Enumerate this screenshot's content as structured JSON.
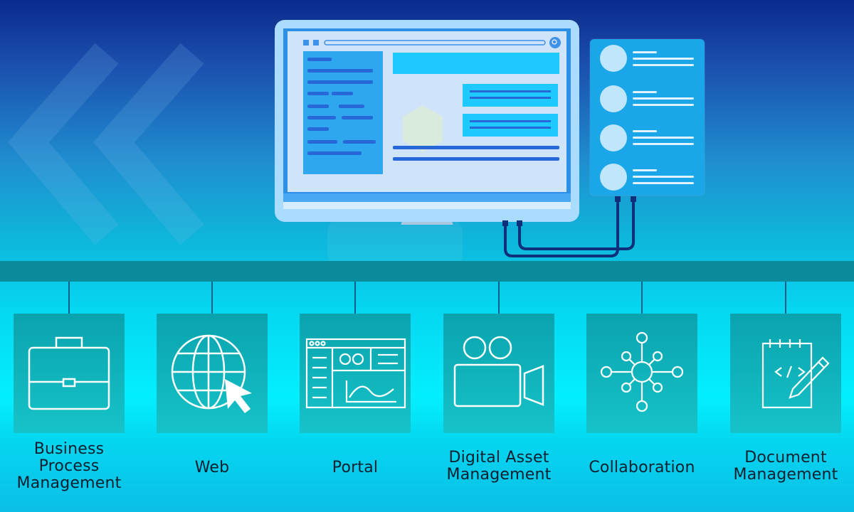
{
  "modules": [
    {
      "label": "Business\nProcess\nManagement",
      "icon": "briefcase-icon"
    },
    {
      "label": "Web",
      "icon": "globe-cursor-icon"
    },
    {
      "label": "Portal",
      "icon": "portal-window-icon"
    },
    {
      "label": "Digital Asset\nManagement",
      "icon": "video-camera-icon"
    },
    {
      "label": "Collaboration",
      "icon": "network-hub-icon"
    },
    {
      "label": "Document\nManagement",
      "icon": "notepad-pencil-icon"
    }
  ],
  "colors": {
    "rail": "#0a8a9a",
    "tile": "#0aa3ae",
    "monitor_frame": "#9fd9ff",
    "screen": "#cde4fb",
    "accent": "#1ec9ff"
  }
}
